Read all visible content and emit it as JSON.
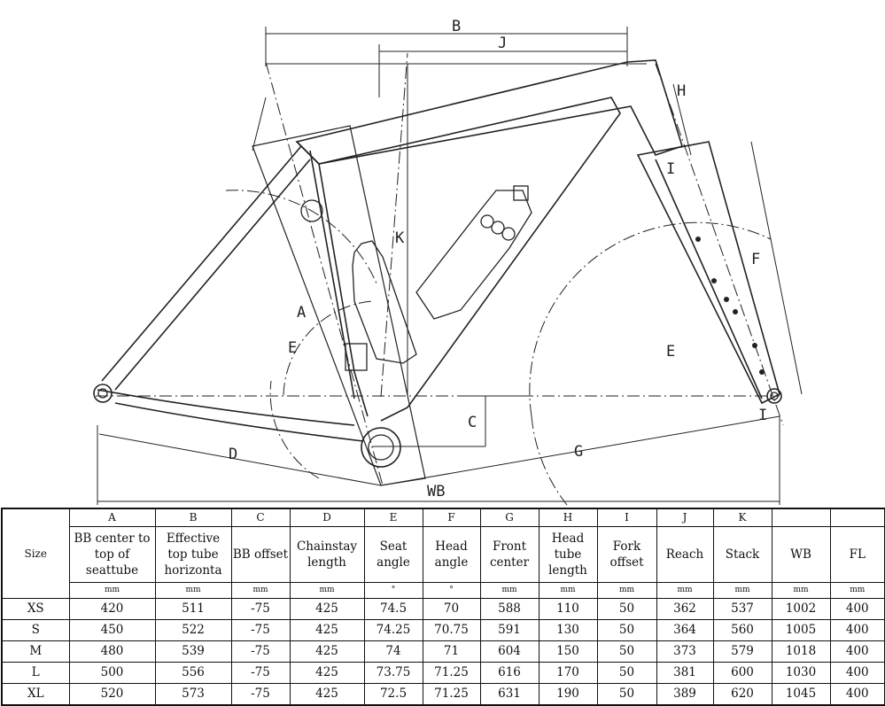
{
  "diagram": {
    "labels": {
      "A": "A",
      "B": "B",
      "C": "C",
      "D": "D",
      "E_left": "E",
      "E_front": "E",
      "F": "F",
      "G": "G",
      "H": "H",
      "I": "I",
      "J": "J",
      "K": "K",
      "WB": "WB"
    }
  },
  "table": {
    "size_header": "Size",
    "columns": [
      {
        "letter": "A",
        "name": "BB center to top of seattube",
        "unit": "mm"
      },
      {
        "letter": "B",
        "name": "Effective top tube horizonta",
        "unit": "mm"
      },
      {
        "letter": "C",
        "name": "BB offset",
        "unit": "mm"
      },
      {
        "letter": "D",
        "name": "Chainstay length",
        "unit": "mm"
      },
      {
        "letter": "E",
        "name": "Seat angle",
        "unit": "°"
      },
      {
        "letter": "F",
        "name": "Head angle",
        "unit": "°"
      },
      {
        "letter": "G",
        "name": "Front center",
        "unit": "mm"
      },
      {
        "letter": "H",
        "name": "Head tube length",
        "unit": "mm"
      },
      {
        "letter": "I",
        "name": "Fork offset",
        "unit": "mm"
      },
      {
        "letter": "J",
        "name": "Reach",
        "unit": "mm"
      },
      {
        "letter": "K",
        "name": "Stack",
        "unit": "mm"
      },
      {
        "letter": "",
        "name": "WB",
        "unit": "mm"
      },
      {
        "letter": "",
        "name": "FL",
        "unit": "mm"
      }
    ],
    "rows": [
      {
        "size": "XS",
        "values": [
          "420",
          "511",
          "-75",
          "425",
          "74.5",
          "70",
          "588",
          "110",
          "50",
          "362",
          "537",
          "1002",
          "400"
        ]
      },
      {
        "size": "S",
        "values": [
          "450",
          "522",
          "-75",
          "425",
          "74.25",
          "70.75",
          "591",
          "130",
          "50",
          "364",
          "560",
          "1005",
          "400"
        ]
      },
      {
        "size": "M",
        "values": [
          "480",
          "539",
          "-75",
          "425",
          "74",
          "71",
          "604",
          "150",
          "50",
          "373",
          "579",
          "1018",
          "400"
        ]
      },
      {
        "size": "L",
        "values": [
          "500",
          "556",
          "-75",
          "425",
          "73.75",
          "71.25",
          "616",
          "170",
          "50",
          "381",
          "600",
          "1030",
          "400"
        ]
      },
      {
        "size": "XL",
        "values": [
          "520",
          "573",
          "-75",
          "425",
          "72.5",
          "71.25",
          "631",
          "190",
          "50",
          "389",
          "620",
          "1045",
          "400"
        ]
      }
    ]
  }
}
